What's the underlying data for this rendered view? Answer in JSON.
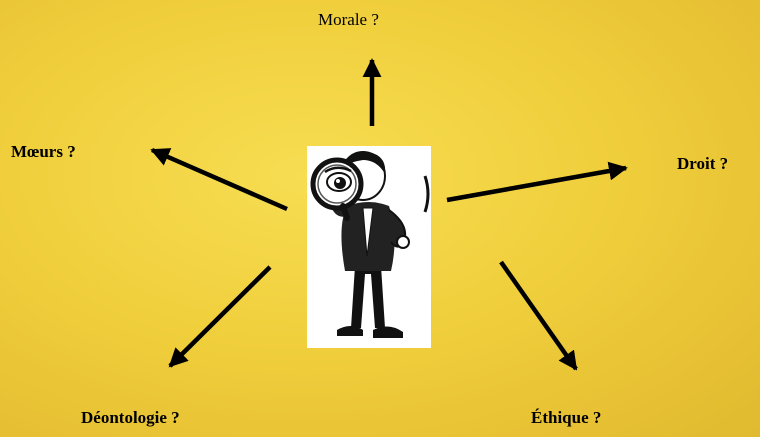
{
  "diagram": {
    "center_image": "detective-with-magnifying-glass",
    "labels": {
      "top": "Morale ?",
      "left": "Mœurs ?",
      "right": "Droit ?",
      "bottom_left": "Déontologie ?",
      "bottom_right": "Éthique ?"
    },
    "colors": {
      "background": "#f0cf3c",
      "text": "#000000",
      "arrow": "#000000"
    }
  }
}
